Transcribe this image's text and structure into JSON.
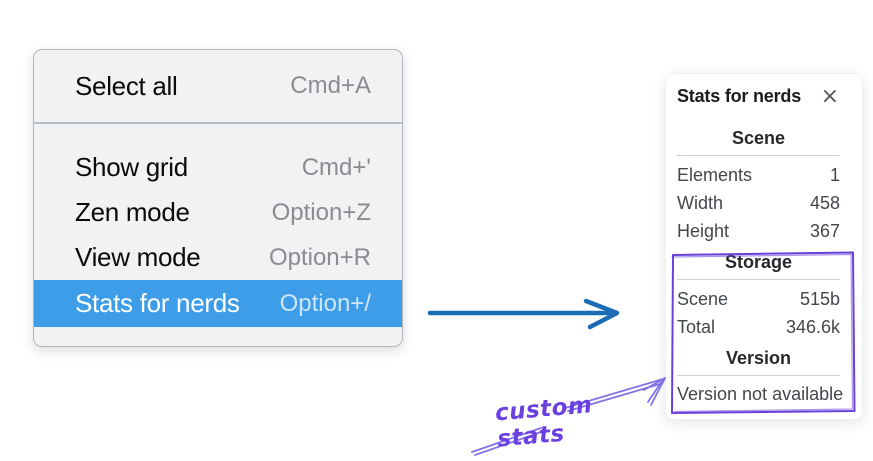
{
  "menu": {
    "items": [
      {
        "label": "Select all",
        "shortcut": "Cmd+A",
        "selected": false
      },
      {
        "label": "Show grid",
        "shortcut": "Cmd+'",
        "selected": false
      },
      {
        "label": "Zen mode",
        "shortcut": "Option+Z",
        "selected": false
      },
      {
        "label": "View mode",
        "shortcut": "Option+R",
        "selected": false
      },
      {
        "label": "Stats for nerds",
        "shortcut": "Option+/",
        "selected": true
      }
    ]
  },
  "panel": {
    "title": "Stats for nerds",
    "close_glyph": "×",
    "sections": [
      {
        "header": "Scene",
        "rows": [
          {
            "label": "Elements",
            "value": "1"
          },
          {
            "label": "Width",
            "value": "458"
          },
          {
            "label": "Height",
            "value": "367"
          }
        ]
      },
      {
        "header": "Storage",
        "rows": [
          {
            "label": "Scene",
            "value": "515b"
          },
          {
            "label": "Total",
            "value": "346.6k"
          }
        ]
      },
      {
        "header": "Version",
        "note": "Version not available"
      }
    ]
  },
  "annotation": {
    "label": "custom stats"
  },
  "colors": {
    "menu_highlight": "#3d9de9",
    "flow_arrow_blue": "#1c6cb5",
    "annotation_rect_purple": "#6741d9",
    "annotation_arrow_purple": "#8273e3",
    "annotation_text_purple": "#6c3fe0"
  }
}
